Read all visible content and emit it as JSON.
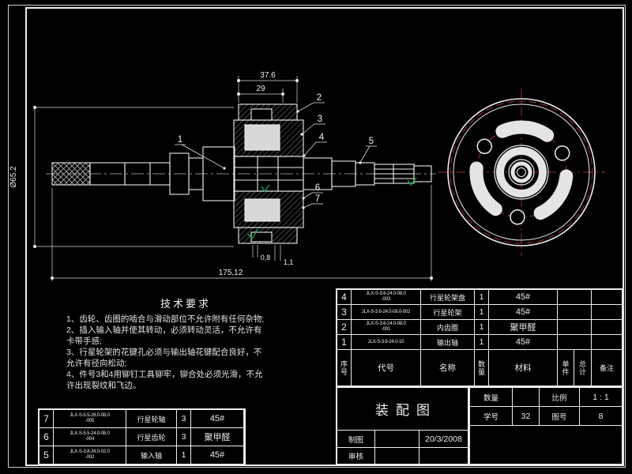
{
  "colors": {
    "background": "#000000",
    "line": "#ededed",
    "centerline_red": "#c23b3b",
    "highlight_green": "#00a550"
  },
  "drawing": {
    "dims": {
      "width_top": "37.6",
      "width_inner": "29",
      "diameter": "Ø65.2",
      "length": "175,12",
      "gap_a": "0,8",
      "gap_b": "1,1"
    },
    "callouts": [
      "1",
      "2",
      "3",
      "4",
      "5",
      "6",
      "7"
    ]
  },
  "tech_requirements": {
    "title": "技术要求",
    "lines": [
      "1、齿轮、齿圈的啮合与滑动部位不允许附有任何杂物;",
      "2、插入输入轴并使其转动，必须转动灵活，不允许有",
      "卡带手感;",
      "3、行星轮架的花键孔必须与输出轴花键配合良好，不",
      "允许有径向松动;",
      "4、件号3和4用铆钉工具铆牢，铆合处必须光滑，不允",
      "许出现裂纹和飞边。"
    ]
  },
  "bom_right": {
    "header": {
      "seq": "序号",
      "code": "代号",
      "name": "名称",
      "qty": "数量",
      "material": "材料",
      "unit": "单件",
      "total": "总计",
      "remark": "备注"
    },
    "rows": [
      {
        "seq": "4",
        "code": "JLX-S-3.6-24.0-08.0",
        "code2": "-003",
        "name": "行星轮架盘",
        "qty": "1",
        "material": "45#"
      },
      {
        "seq": "3",
        "code": "JLX-S-3.6-24.0-08.0-002",
        "code2": "",
        "name": "行星轮架",
        "qty": "1",
        "material": "45#"
      },
      {
        "seq": "2",
        "code": "JLX-S-3.6-24.0-08.0",
        "code2": "-001",
        "name": "内齿圈",
        "qty": "1",
        "material": "聚甲醛"
      },
      {
        "seq": "1",
        "code": "JLX-S-3.6-24.0-10",
        "code2": "",
        "name": "输出轴",
        "qty": "1",
        "material": "45#"
      }
    ]
  },
  "title_block": {
    "title": "装配图",
    "qty_label": "数量",
    "scale_label": "比例",
    "scale_value": "1 : 1",
    "student_label": "学号",
    "student_value": "32",
    "sheet_label": "图号",
    "sheet_value": "8",
    "drafter_label": "制图",
    "date": "20/3/2008",
    "checker_label": "审核"
  },
  "bom_left": {
    "rows": [
      {
        "seq": "7",
        "code": "JLX-S-5.5-26.0-08.0",
        "code2": "-005",
        "name": "行星轮轴",
        "qty": "3",
        "material": "45#"
      },
      {
        "seq": "6",
        "code": "JLX-S-5.5-24.0-08.0",
        "code2": "-004",
        "name": "行星齿轮",
        "qty": "3",
        "material": "聚甲醛"
      },
      {
        "seq": "5",
        "code": "JLX-S-3.8-26.0-02.0",
        "code2": "-002",
        "name": "输入轴",
        "qty": "1",
        "material": "45#"
      }
    ]
  }
}
